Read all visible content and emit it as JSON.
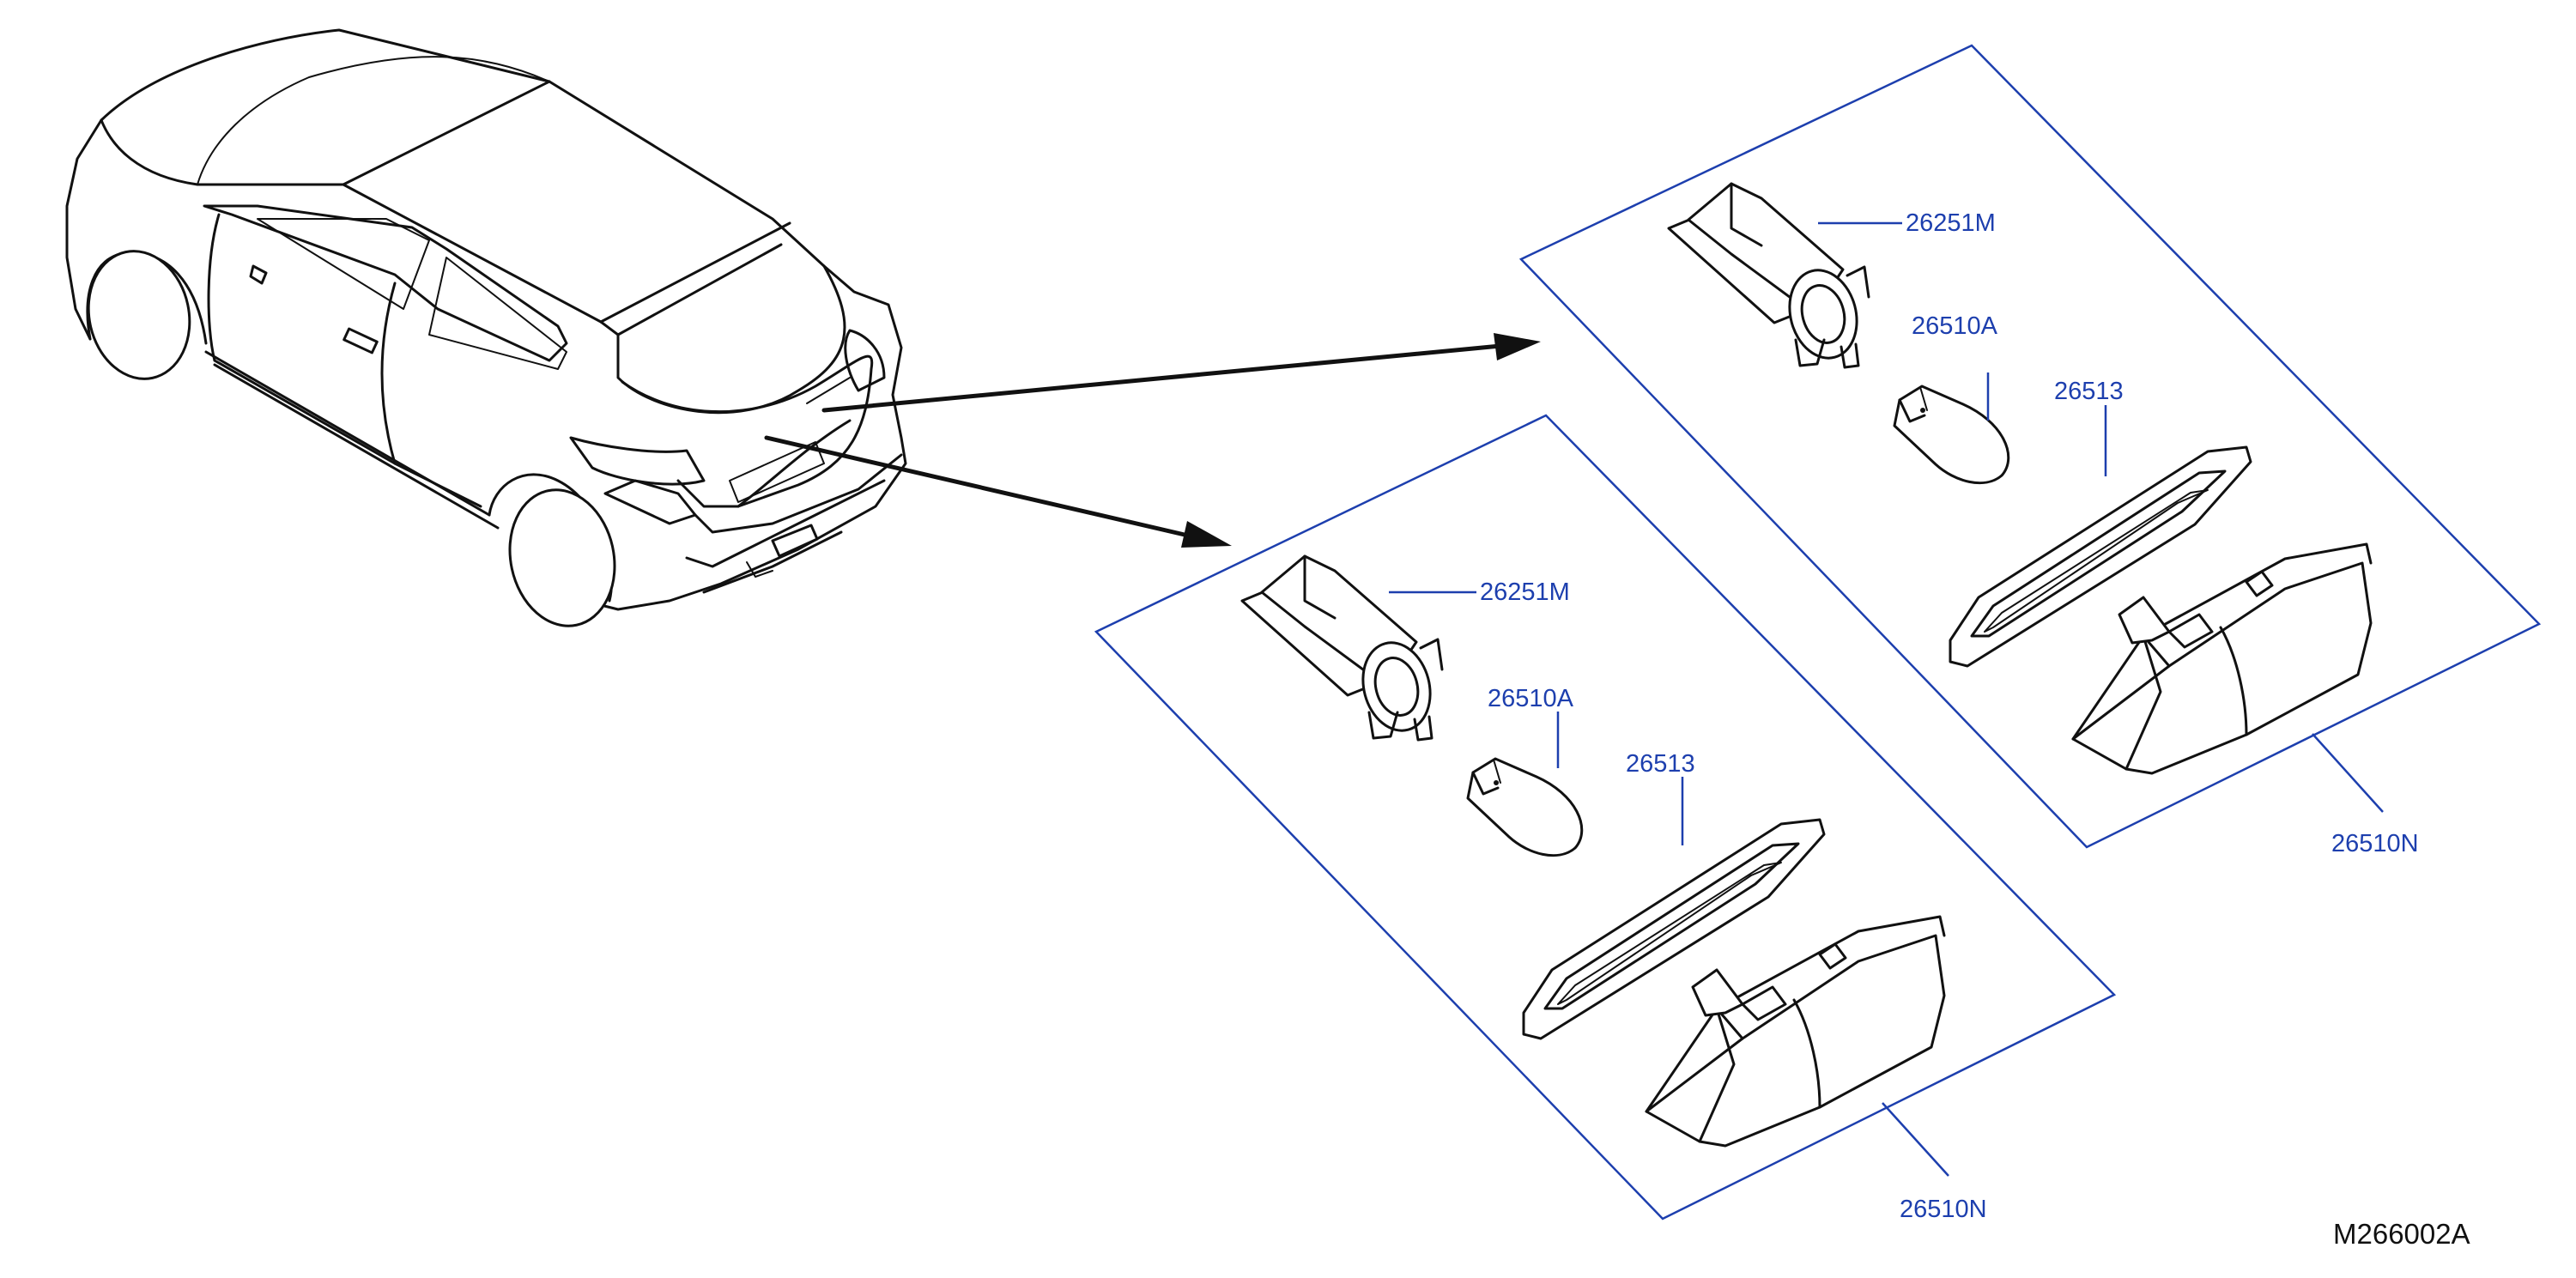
{
  "colors": {
    "callout": "#1d3fae",
    "line": "#111111",
    "background": "#ffffff"
  },
  "diagram_code": "M266002A",
  "panels": [
    {
      "name": "upper-right",
      "parts": [
        "26251M",
        "26510A",
        "26513",
        "26510N"
      ]
    },
    {
      "name": "lower-left",
      "parts": [
        "26251M",
        "26510A",
        "26513",
        "26510N"
      ]
    }
  ]
}
